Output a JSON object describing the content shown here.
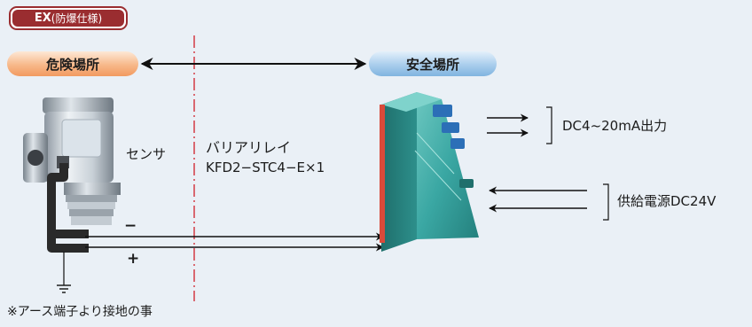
{
  "badge": {
    "main": "EX",
    "sub": "(防爆仕様)"
  },
  "zones": {
    "danger": "危険場所",
    "safe": "安全場所"
  },
  "sensor_label": "センサ",
  "barrier": {
    "title": "バリアリレイ",
    "model": "KFD2−STC4−E×1"
  },
  "output_label": "DC4~20mA出力",
  "power_label": "供給電源DC24V",
  "minus_sign": "−",
  "plus_sign": "+",
  "footnote": "※アース端子より接地の事",
  "colors": {
    "badge_red": "#9a2d30",
    "zone_boundary": "#d0202a",
    "danger_pill": "#f29a60",
    "safe_pill": "#80b4e0",
    "barrier_teal": "#3aa7a3",
    "barrier_blue": "#2c6fb7"
  }
}
